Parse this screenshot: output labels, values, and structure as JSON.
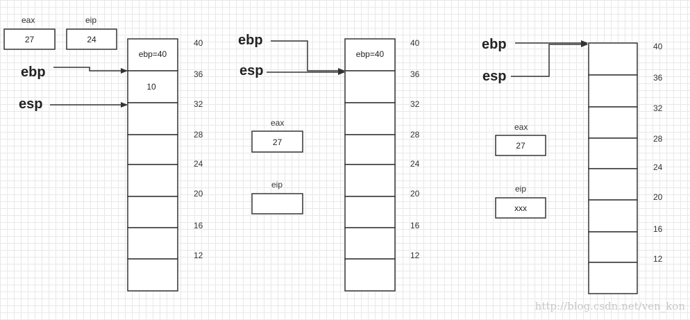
{
  "panels": [
    {
      "registers": [
        {
          "name": "eax",
          "value": "27"
        },
        {
          "name": "eip",
          "value": "24"
        }
      ],
      "pointers": [
        "ebp",
        "esp"
      ],
      "cells": [
        "ebp=40",
        "10",
        "",
        "",
        "",
        "",
        "",
        ""
      ],
      "addresses": [
        "40",
        "36",
        "32",
        "28",
        "24",
        "20",
        "16",
        "12"
      ]
    },
    {
      "registers": [
        {
          "name": "eax",
          "value": "27"
        },
        {
          "name": "eip",
          "value": ""
        }
      ],
      "pointers": [
        "ebp",
        "esp"
      ],
      "cells": [
        "ebp=40",
        "",
        "",
        "",
        "",
        "",
        "",
        ""
      ],
      "addresses": [
        "40",
        "36",
        "32",
        "28",
        "24",
        "20",
        "16",
        "12"
      ]
    },
    {
      "registers": [
        {
          "name": "eax",
          "value": "27"
        },
        {
          "name": "eip",
          "value": "xxx"
        }
      ],
      "pointers": [
        "ebp",
        "esp"
      ],
      "cells": [
        "",
        "",
        "",
        "",
        "",
        "",
        "",
        ""
      ],
      "addresses": [
        "40",
        "36",
        "32",
        "28",
        "24",
        "20",
        "16",
        "12"
      ]
    }
  ],
  "watermark": "http://blog.csdn.net/ven_kon"
}
